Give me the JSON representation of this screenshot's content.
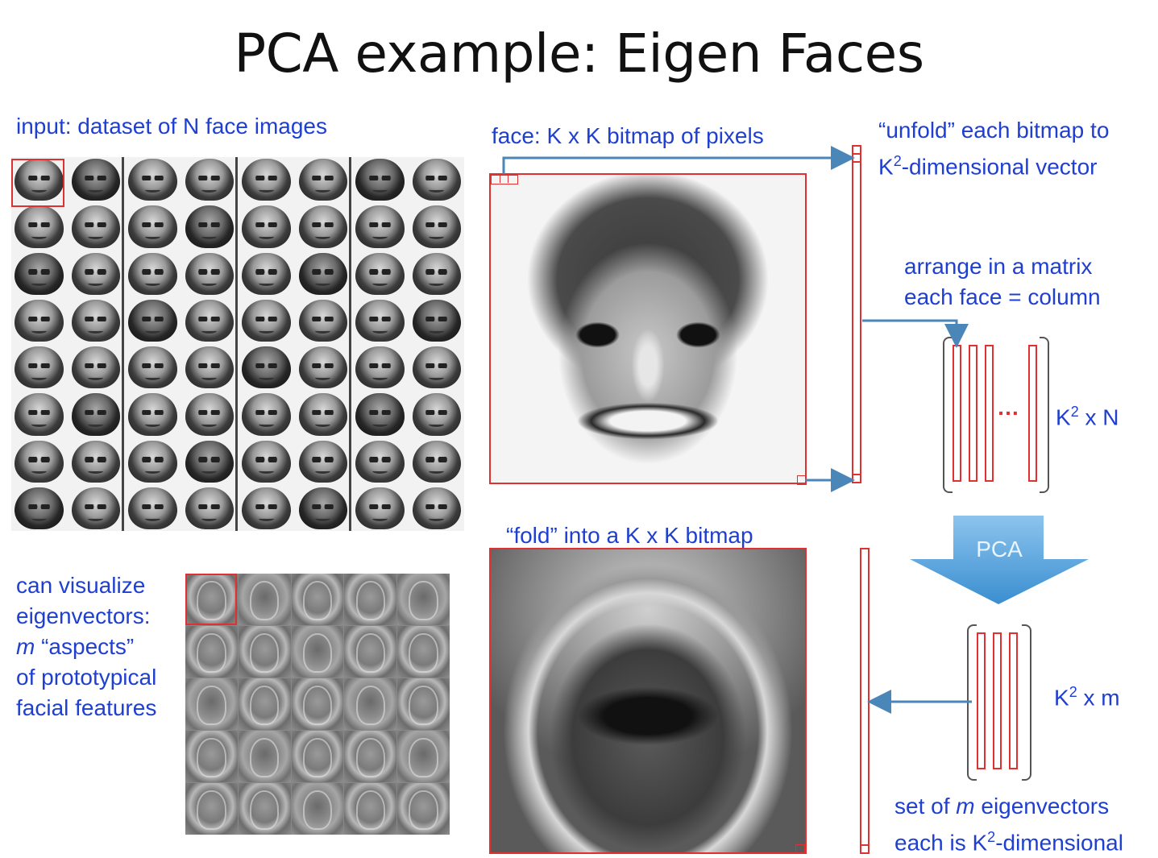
{
  "title": "PCA example: Eigen Faces",
  "labels": {
    "input": "input: dataset of N face images",
    "face": "face: K x K bitmap of pixels",
    "unfold_line1": "“unfold” each bitmap to",
    "unfold_line2_pre": "K",
    "unfold_line2_sup": "2",
    "unfold_line2_post": "-dimensional vector",
    "arrange_line1": "arrange in a matrix",
    "arrange_line2": "each face = column",
    "matrix1_pre": "K",
    "matrix1_sup": "2",
    "matrix1_post": " x N",
    "matrix_dots": "…",
    "pca": "PCA",
    "fold": "“fold” into a K x K bitmap",
    "matrix2_pre": "K",
    "matrix2_sup": "2",
    "matrix2_post": " x m",
    "eig_line1_pre": "set of ",
    "eig_line1_m": "m",
    "eig_line1_post": " eigenvectors",
    "eig_line2_pre": "each is K",
    "eig_line2_sup": "2",
    "eig_line2_post": "-dimensional",
    "visualize_line1": "can visualize",
    "visualize_line2": "eigenvectors:",
    "visualize_line3_m": "m",
    "visualize_line3_post": " “aspects”",
    "visualize_line4": "of prototypical",
    "visualize_line5": "facial features"
  },
  "colors": {
    "text_blue": "#1f3fd0",
    "box_red": "#e03030",
    "arrow_blue": "#4a86b8",
    "pca_arrow": "#5aa6e0"
  },
  "face_grid": {
    "rows": 8,
    "cols": 8
  },
  "eigen_grid": {
    "rows": 5,
    "cols": 5
  }
}
